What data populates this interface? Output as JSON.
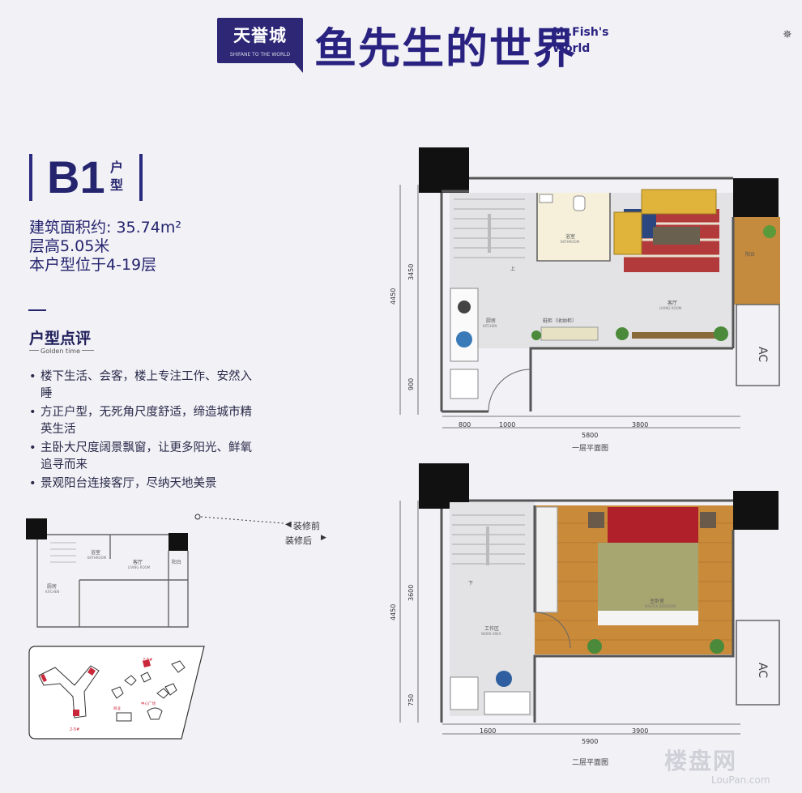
{
  "header": {
    "brand": "天誉城",
    "brand_tagline": "SHIFANE TO THE WORLD",
    "slogan": "鱼先生的世界",
    "slogan_en_line1": "Mr.Fish's",
    "slogan_en_line2": "World",
    "corner_icon": "✵"
  },
  "unit": {
    "code": "B1",
    "type_label": "户型",
    "area": "建筑面积约: 35.74m²",
    "height": "层高5.05米",
    "floors": "本户型位于4-19层"
  },
  "comment": {
    "title": "户型点评",
    "subtitle": "Golden time",
    "points": [
      "楼下生活、会客，楼上专注工作、安然入睡",
      "方正户型，无死角尺度舒适，缔造城市精英生活",
      "主卧大尺度阔景飘窗，让更多阳光、鲜氧追寻而来",
      "景观阳台连接客厅，尽纳天地美景"
    ]
  },
  "legend": {
    "before": "装修前",
    "after": "装修后"
  },
  "mini_plan": {
    "bathroom": "浴室",
    "bathroom_en": "BATHROOM",
    "living": "客厅",
    "living_en": "LIVING ROOM",
    "balcony": "阳台",
    "kitchen": "厨房",
    "kitchen_en": "KITCHEN"
  },
  "site_plan": {
    "label_a": "2-5#",
    "label_b": "2-5#",
    "label_c": "中心广场",
    "label_d": "商业"
  },
  "floor1": {
    "caption": "一层平面图",
    "rooms": {
      "bathroom": "浴室",
      "bathroom_en": "BATHROOM",
      "living": "客厅",
      "living_en": "LIVING ROOM",
      "kitchen": "厨房",
      "kitchen_en": "KITCHEN",
      "cabinet": "鞋柜（收纳柜）",
      "balcony": "阳台",
      "up": "上",
      "ac": "AC"
    },
    "dims": {
      "left_total": "4450",
      "left_upper": "3450",
      "left_lower": "900",
      "bottom_a": "800",
      "bottom_b": "1000",
      "bottom_c": "3800",
      "bottom_total": "5800"
    }
  },
  "floor2": {
    "caption": "二层平面图",
    "rooms": {
      "bedroom": "主卧室",
      "bedroom_en": "MASTER BEDROOM",
      "work": "工作区",
      "work_en": "WORK AREA",
      "down": "下",
      "ac": "AC"
    },
    "dims": {
      "left_total": "4450",
      "left_upper": "3600",
      "left_lower": "750",
      "bottom_a": "1600",
      "bottom_b": "3900",
      "bottom_total": "5900"
    }
  },
  "watermark": {
    "cn": "楼盘网",
    "en": "LouPan.com"
  },
  "colors": {
    "brand": "#2d2776",
    "wall": "#555555",
    "pillar": "#111111",
    "floor_wood": "#c98a3a",
    "sofa": "#e0b43a",
    "bed_red": "#b0202a"
  }
}
